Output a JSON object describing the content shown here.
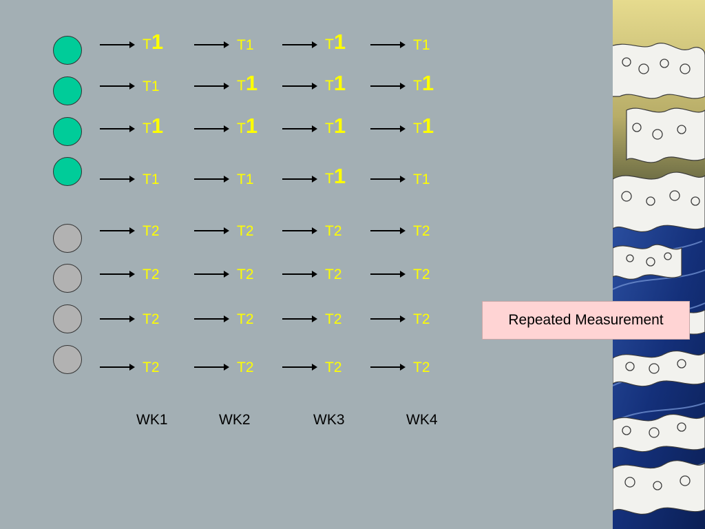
{
  "diagram": {
    "treatment_1_label": "T1",
    "treatment_2_label": "T2",
    "weeks": [
      "WK1",
      "WK2",
      "WK3",
      "WK4"
    ],
    "callout_text": "Repeated Measurement",
    "colors": {
      "background": "#a3afb4",
      "treatment_1_subject": "#00cc99",
      "treatment_2_subject": "#b2b2b2",
      "label": "#ffff00",
      "callout_background": "#ffd4d4"
    },
    "rows": [
      {
        "group": "T1",
        "cells": [
          {
            "text": "T1",
            "emphasized": true
          },
          {
            "text": "T1",
            "emphasized": false
          },
          {
            "text": "T1",
            "emphasized": true
          },
          {
            "text": "T1",
            "emphasized": false
          }
        ]
      },
      {
        "group": "T1",
        "cells": [
          {
            "text": "T1",
            "emphasized": false
          },
          {
            "text": "T1",
            "emphasized": true
          },
          {
            "text": "T1",
            "emphasized": true
          },
          {
            "text": "T1",
            "emphasized": true
          }
        ]
      },
      {
        "group": "T1",
        "cells": [
          {
            "text": "T1",
            "emphasized": true
          },
          {
            "text": "T1",
            "emphasized": true
          },
          {
            "text": "T1",
            "emphasized": true
          },
          {
            "text": "T1",
            "emphasized": true
          }
        ]
      },
      {
        "group": "T1",
        "cells": [
          {
            "text": "T1",
            "emphasized": false
          },
          {
            "text": "T1",
            "emphasized": false
          },
          {
            "text": "T1",
            "emphasized": true
          },
          {
            "text": "T1",
            "emphasized": false
          }
        ]
      },
      {
        "group": "T2",
        "cells": [
          {
            "text": "T2",
            "emphasized": false
          },
          {
            "text": "T2",
            "emphasized": false
          },
          {
            "text": "T2",
            "emphasized": false
          },
          {
            "text": "T2",
            "emphasized": false
          }
        ]
      },
      {
        "group": "T2",
        "cells": [
          {
            "text": "T2",
            "emphasized": false
          },
          {
            "text": "T2",
            "emphasized": false
          },
          {
            "text": "T2",
            "emphasized": false
          },
          {
            "text": "T2",
            "emphasized": false
          }
        ]
      },
      {
        "group": "T2",
        "cells": [
          {
            "text": "T2",
            "emphasized": false
          },
          {
            "text": "T2",
            "emphasized": false
          },
          {
            "text": "T2",
            "emphasized": false
          },
          {
            "text": "T2",
            "emphasized": false
          }
        ]
      },
      {
        "group": "T2",
        "cells": [
          {
            "text": "T2",
            "emphasized": false
          },
          {
            "text": "T2",
            "emphasized": false
          },
          {
            "text": "T2",
            "emphasized": false
          },
          {
            "text": "T2",
            "emphasized": false
          }
        ]
      }
    ]
  }
}
